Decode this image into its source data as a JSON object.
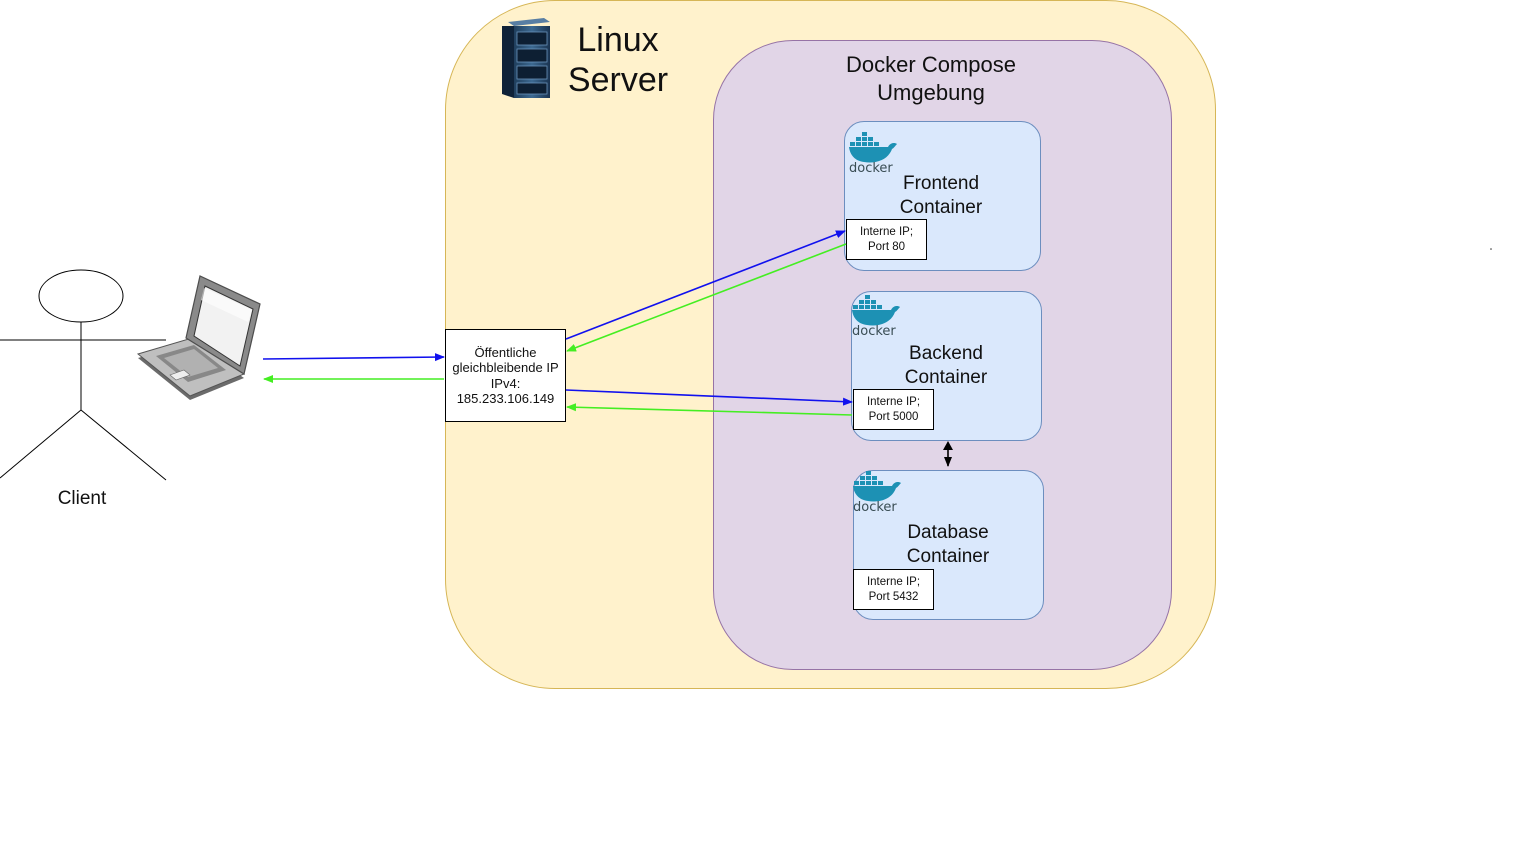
{
  "server": {
    "title_line1": "Linux",
    "title_line2": "Server",
    "icon": "server-rack-icon"
  },
  "compose": {
    "title_line1": "Docker Compose",
    "title_line2": "Umgebung"
  },
  "containers": [
    {
      "logo": "docker",
      "title_line1": "Frontend",
      "title_line2": "Container",
      "port_line1": "Interne IP;",
      "port_line2": "Port 80"
    },
    {
      "logo": "docker",
      "title_line1": "Backend",
      "title_line2": "Container",
      "port_line1": "Interne IP;",
      "port_line2": "Port 5000"
    },
    {
      "logo": "docker",
      "title_line1": "Database",
      "title_line2": "Container",
      "port_line1": "Interne IP;",
      "port_line2": "Port 5432"
    }
  ],
  "public_ip": {
    "line1": "Öffentliche",
    "line2": "gleichbleibende IP",
    "line3": "IPv4:",
    "line4": "185.233.106.149"
  },
  "client": {
    "label": "Client",
    "icons": [
      "stick-figure-icon",
      "laptop-icon"
    ]
  },
  "colors": {
    "request": "#1111ee",
    "response": "#44ee22",
    "server_fill": "#fff2cc",
    "compose_fill": "#e1d5e7",
    "container_fill": "#dae8fc",
    "docker_blue": "#1d91b4"
  }
}
